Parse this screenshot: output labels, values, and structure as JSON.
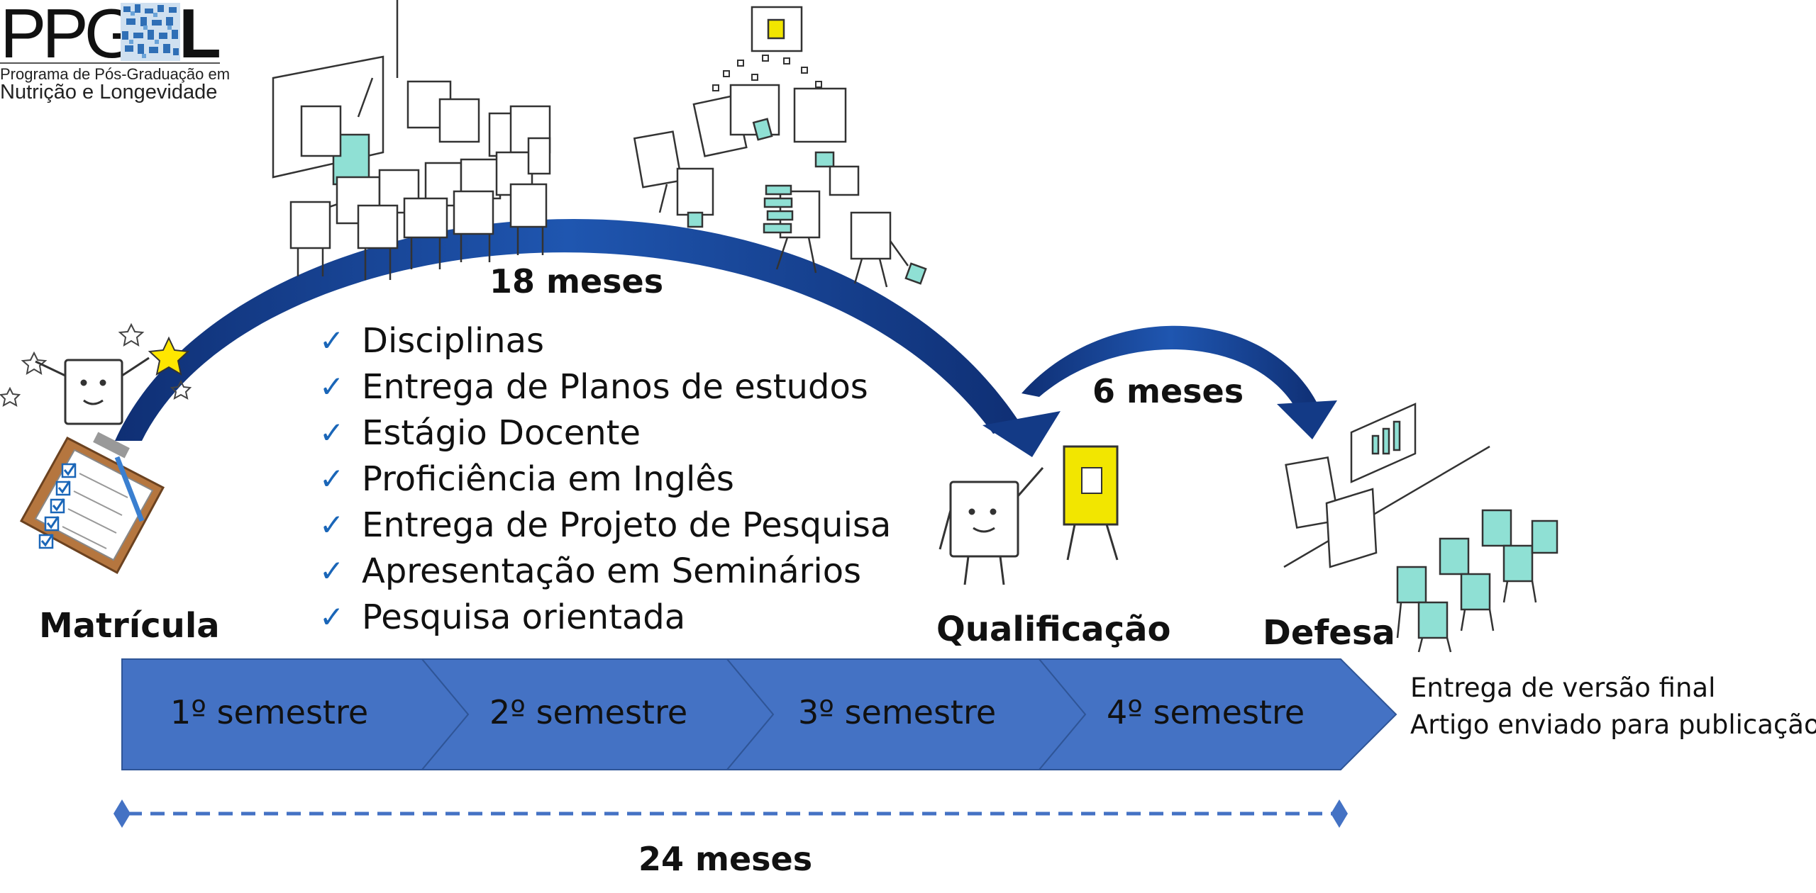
{
  "logo": {
    "ppg": "PPG",
    "l": "L",
    "line1": "Programa de Pós-Graduação em",
    "line2": "Nutrição e Longevidade"
  },
  "durations": {
    "first_phase": "18 meses",
    "second_phase": "6 meses",
    "total": "24 meses"
  },
  "milestones": {
    "start": "Matrícula",
    "qualification": "Qualificação",
    "defense": "Defesa"
  },
  "activities": [
    "Disciplinas",
    "Entrega de Planos de estudos",
    "Estágio Docente",
    "Proficiência em Inglês",
    "Entrega de Projeto de Pesquisa",
    "Apresentação em Seminários",
    "Pesquisa orientada"
  ],
  "semesters": [
    "1º semestre",
    "2º semestre",
    "3º semestre",
    "4º semestre"
  ],
  "final_notes": [
    "Entrega de versão final",
    "Artigo enviado para publicação"
  ],
  "colors": {
    "timeline_fill": "#4472c4",
    "timeline_border": "#2f5597",
    "arc_blue": "#1f4e9a",
    "check_blue": "#1a66b8",
    "accent_teal": "#8fe0d4",
    "accent_yellow": "#f2e600",
    "clipboard_brown": "#b5763f"
  },
  "icons": {
    "check": "check-icon",
    "logo_mark": "logo-mosaic-icon"
  }
}
